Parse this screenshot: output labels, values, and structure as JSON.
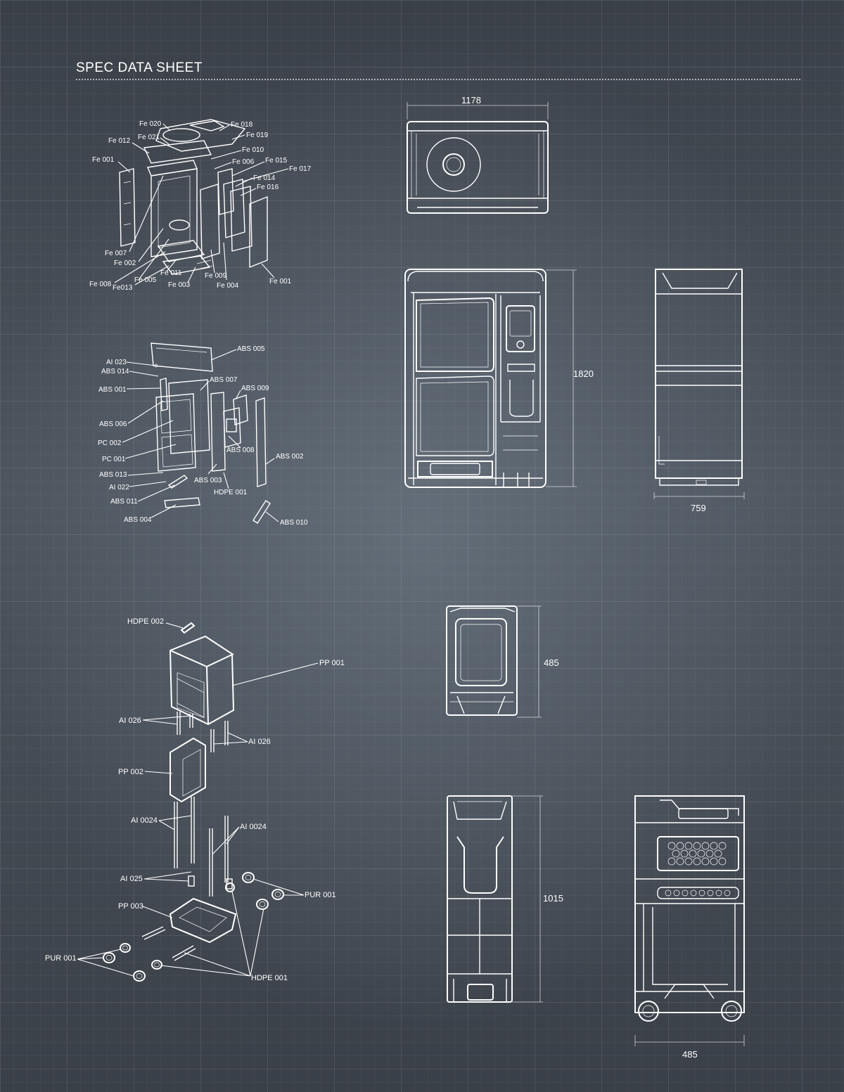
{
  "header": {
    "title": "SPEC DATA SHEET"
  },
  "dimensions": {
    "top_width": "1178",
    "front_height": "1820",
    "side_depth": "759",
    "cart_top_depth": "485",
    "cart_front_height": "1015",
    "cart_side_depth": "485"
  },
  "exploded_metal": {
    "labels": [
      "Fe 020",
      "Fe 018",
      "Fe 021",
      "Fe 019",
      "Fe 012",
      "Fe 010",
      "Fe 001",
      "Fe 006",
      "Fe 015",
      "Fe 017",
      "Fe 014",
      "Fe 016",
      "Fe 007",
      "Fe 002",
      "Fe 011",
      "Fe 005",
      "Fe 008",
      "Fe013",
      "Fe 003",
      "Fe 009",
      "Fe 004",
      "Fe 001"
    ]
  },
  "exploded_plastic": {
    "labels": [
      "ABS 005",
      "AI 023",
      "ABS 014",
      "ABS 007",
      "ABS 001",
      "ABS 009",
      "ABS 006",
      "PC 002",
      "ABS 008",
      "PC 001",
      "ABS 002",
      "ABS 013",
      "ABS 003",
      "AI 022",
      "HDPE 001",
      "ABS 011",
      "ABS 004",
      "ABS 010"
    ]
  },
  "exploded_cart": {
    "labels": [
      "HDPE 002",
      "PP 001",
      "AI 026",
      "AI 026",
      "PP 002",
      "AI 0024",
      "AI 0024",
      "AI 025",
      "PUR 001",
      "PP 003",
      "PUR 001",
      "HDPE 001"
    ]
  }
}
